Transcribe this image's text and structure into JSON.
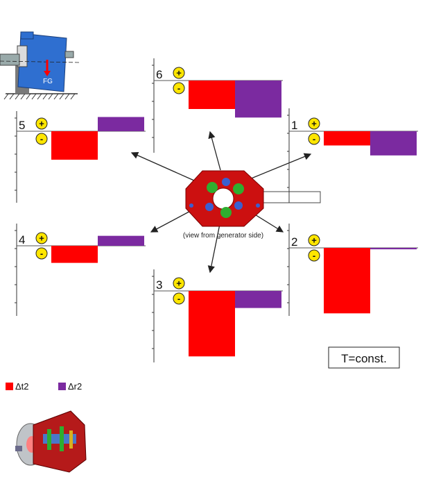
{
  "note": "(view from generator side)",
  "condition_label": "T=const.",
  "colors": {
    "dt2": "#ff0000",
    "dr2": "#7b2aa0",
    "sign": "#ffe600",
    "board": "#cc1010"
  },
  "legend": [
    {
      "name": "Δt2",
      "color": "#ff0000"
    },
    {
      "name": "Δr2",
      "color": "#7b2aa0"
    }
  ],
  "force_label": "FG",
  "chart_data": {
    "type": "bar",
    "categories": [
      "Δt2",
      "Δr2"
    ],
    "panels": [
      {
        "id": "6",
        "values": [
          -1.0,
          -1.3
        ]
      },
      {
        "id": "5",
        "values": [
          -1.0,
          0.5
        ]
      },
      {
        "id": "1",
        "values": [
          -0.5,
          -0.85
        ]
      },
      {
        "id": "4",
        "values": [
          -0.6,
          0.35
        ]
      },
      {
        "id": "2",
        "values": [
          -2.3,
          -0.05
        ]
      },
      {
        "id": "3",
        "values": [
          -2.3,
          -0.6
        ]
      }
    ],
    "sign_labels": [
      "+",
      "-"
    ]
  }
}
